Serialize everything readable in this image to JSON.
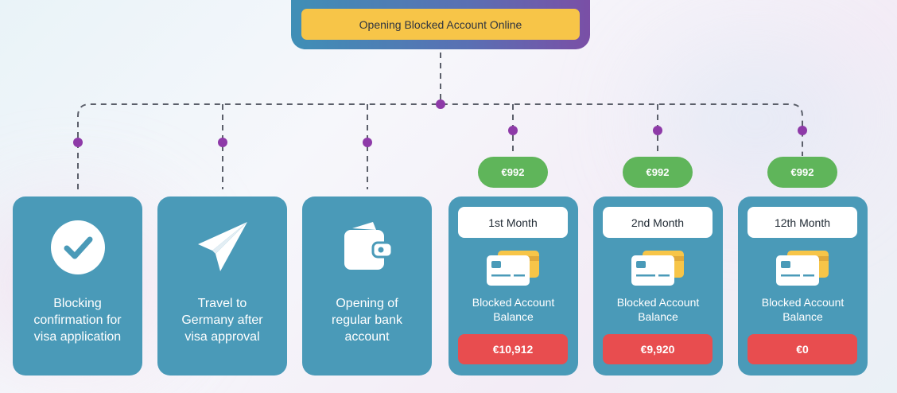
{
  "header": {
    "title": "Opening Blocked Account Online"
  },
  "steps": [
    {
      "label_lines": [
        "Blocking",
        "confirmation for",
        "visa application"
      ],
      "icon": "check-circle-icon"
    },
    {
      "label_lines": [
        "Travel to",
        "Germany after",
        "visa approval"
      ],
      "icon": "paper-plane-icon"
    },
    {
      "label_lines": [
        "Opening of",
        "regular bank",
        "account"
      ],
      "icon": "wallet-icon"
    }
  ],
  "months": [
    {
      "month": "1st Month",
      "deposit": "€992",
      "balance_label_lines": [
        "Blocked Account",
        "Balance"
      ],
      "balance": "€10,912",
      "icon": "credit-card-icon"
    },
    {
      "month": "2nd Month",
      "deposit": "€992",
      "balance_label_lines": [
        "Blocked Account",
        "Balance"
      ],
      "balance": "€9,920",
      "icon": "credit-card-icon"
    },
    {
      "month": "12th Month",
      "deposit": "€992",
      "balance_label_lines": [
        "Blocked Account",
        "Balance"
      ],
      "balance": "€0",
      "icon": "credit-card-icon"
    }
  ],
  "colors": {
    "card": "#4a9ab8",
    "accent_yellow": "#f7c548",
    "pill_green": "#5fb55a",
    "balance_red": "#e84d4f",
    "dot_purple": "#8e3aa8"
  }
}
